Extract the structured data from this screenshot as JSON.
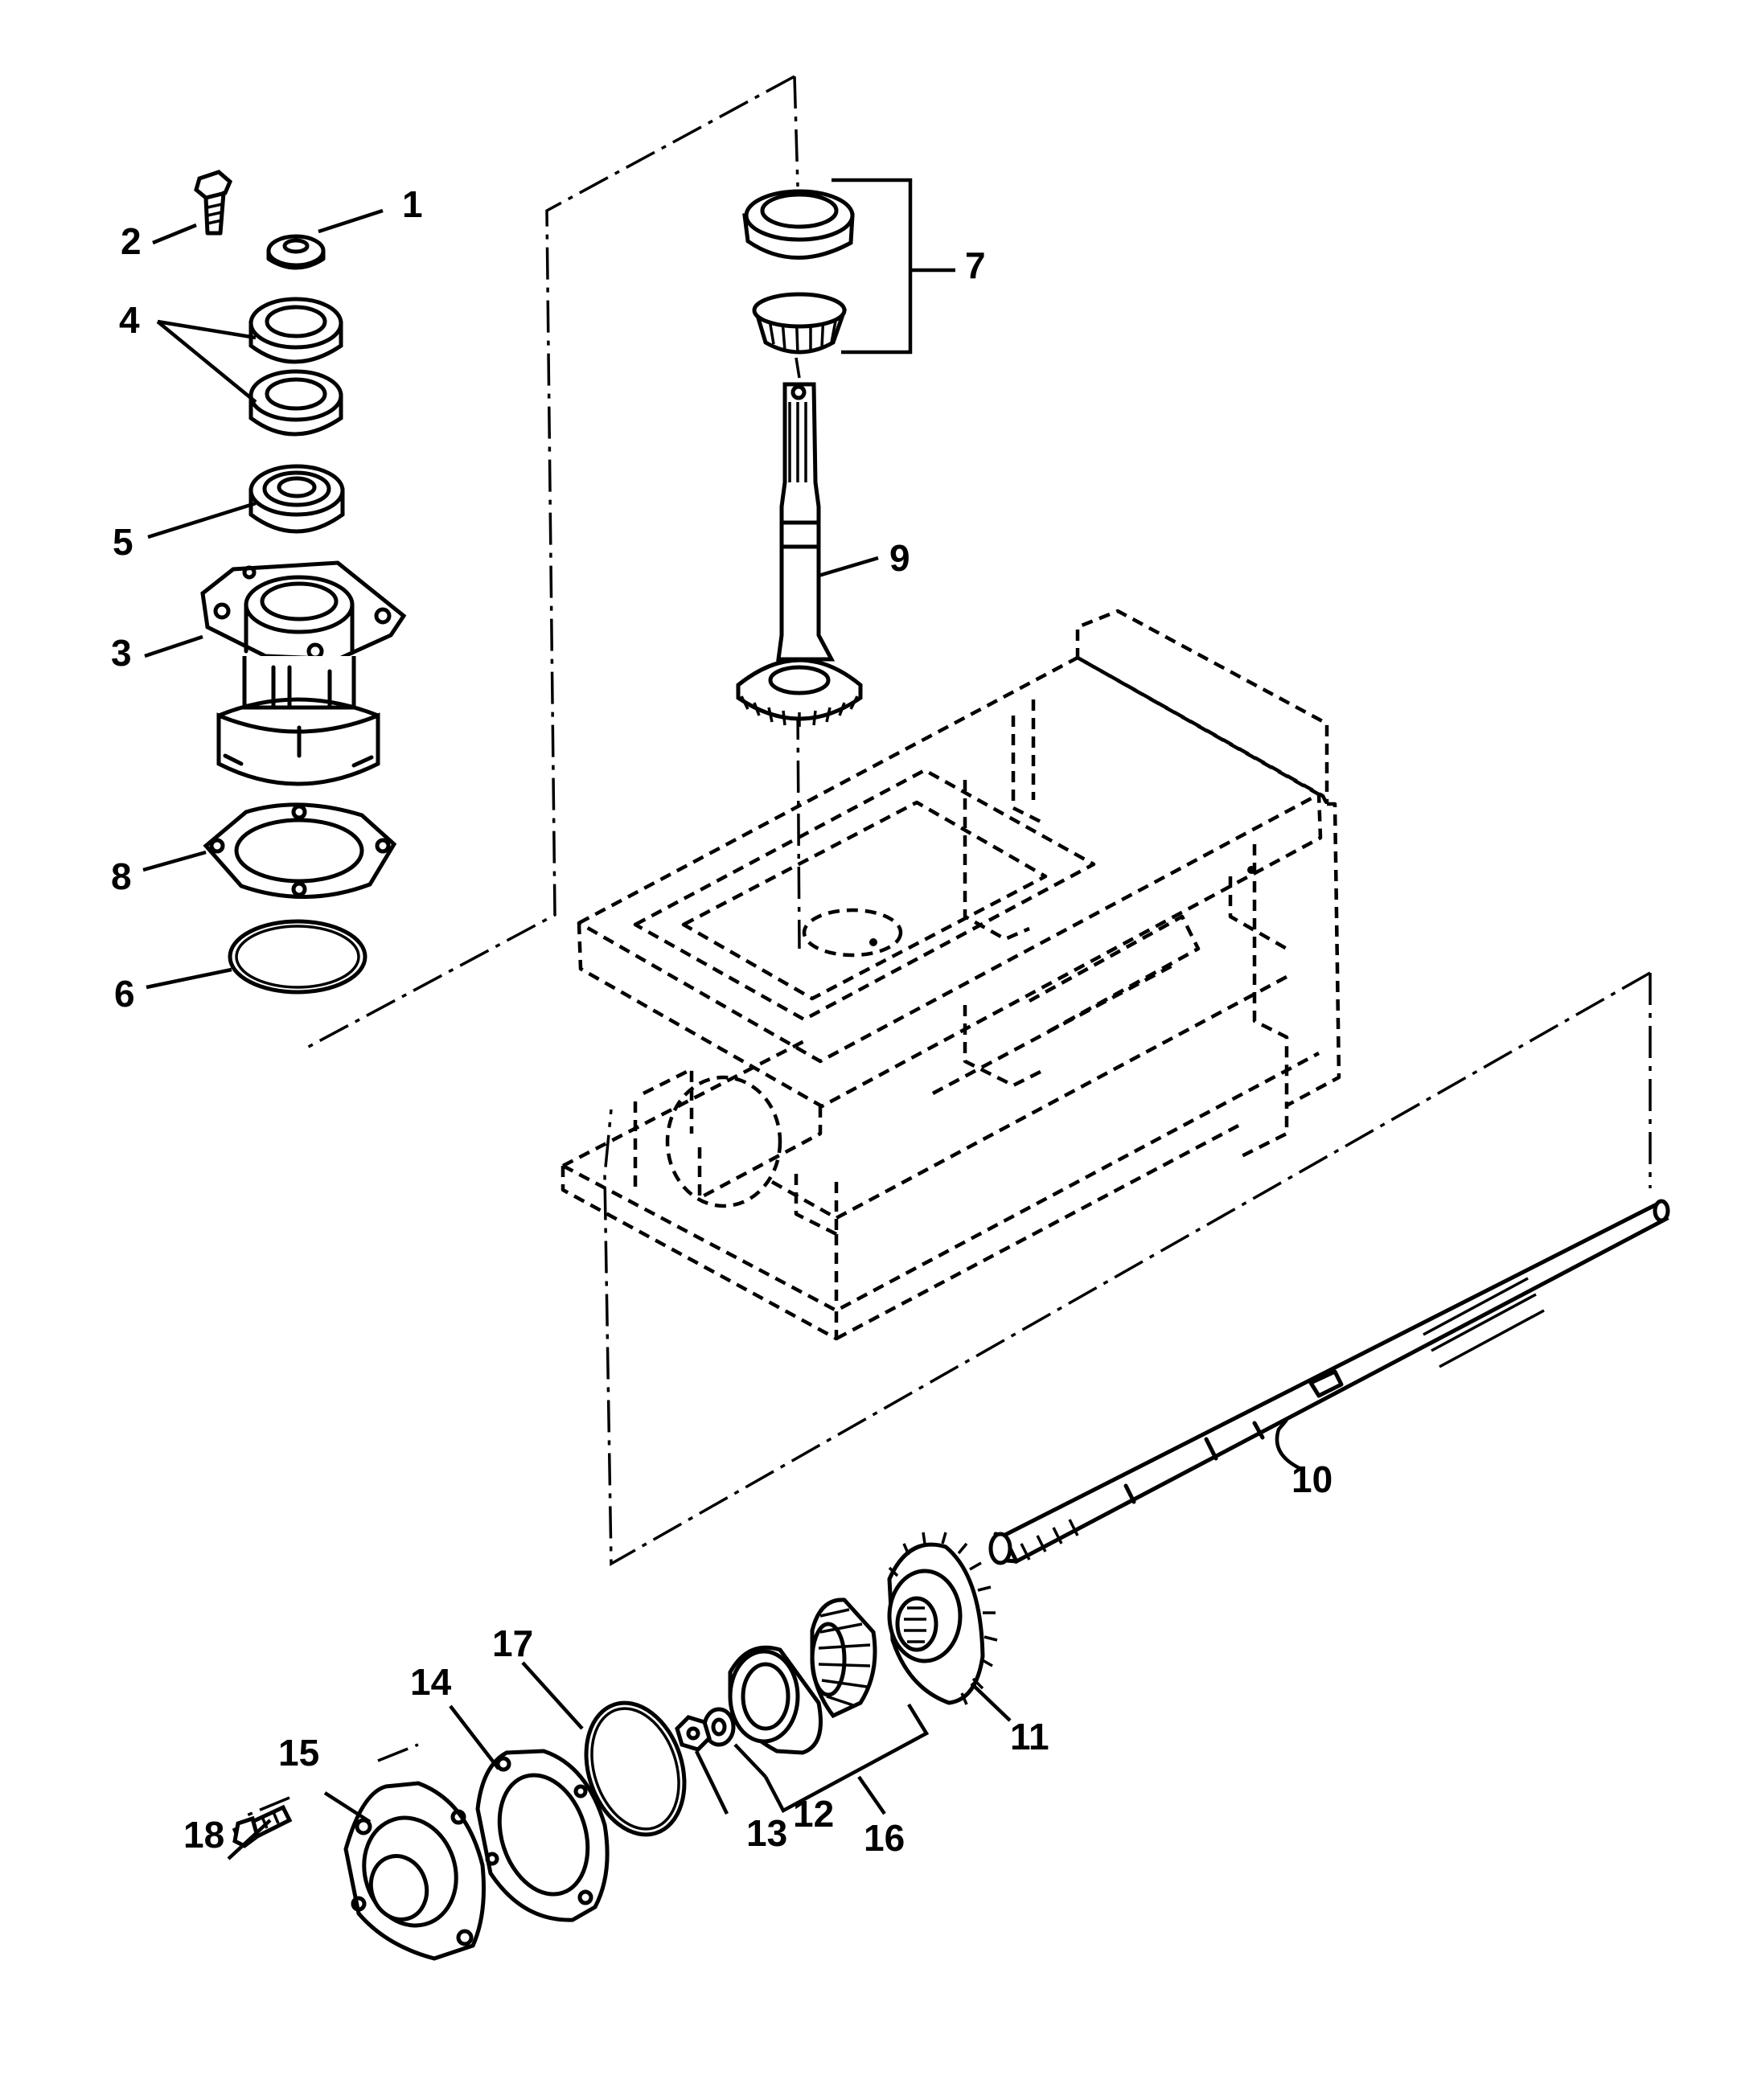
{
  "diagram": {
    "callouts": [
      {
        "id": "c1",
        "text": "1"
      },
      {
        "id": "c2",
        "text": "2"
      },
      {
        "id": "c3",
        "text": "3"
      },
      {
        "id": "c4",
        "text": "4"
      },
      {
        "id": "c5",
        "text": "5"
      },
      {
        "id": "c6",
        "text": "6"
      },
      {
        "id": "c7",
        "text": "7"
      },
      {
        "id": "c8",
        "text": "8"
      },
      {
        "id": "c9",
        "text": "9"
      },
      {
        "id": "c10",
        "text": "10"
      },
      {
        "id": "c11",
        "text": "11"
      },
      {
        "id": "c12",
        "text": "12"
      },
      {
        "id": "c13",
        "text": "13"
      },
      {
        "id": "c14",
        "text": "14"
      },
      {
        "id": "c15",
        "text": "15"
      },
      {
        "id": "c16",
        "text": "16"
      },
      {
        "id": "c17",
        "text": "17"
      },
      {
        "id": "c18",
        "text": "18"
      }
    ],
    "colors": {
      "ink": "#000000",
      "paper": "#ffffff"
    }
  }
}
